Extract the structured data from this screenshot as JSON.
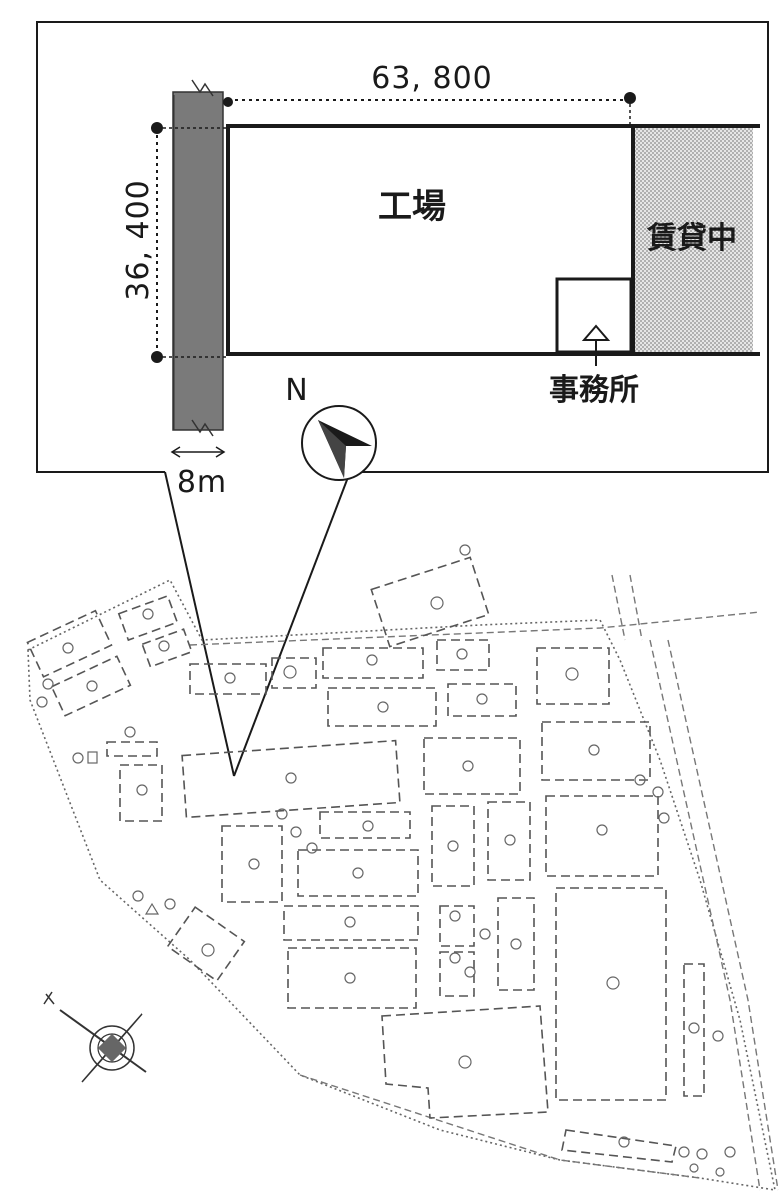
{
  "detail": {
    "factory_label": "工場",
    "rented_label": "賃貸中",
    "office_label": "事務所",
    "width_dim": "63, 800",
    "depth_dim": "36, 400",
    "road_width": "8m",
    "north_label": "N"
  },
  "colors": {
    "line": "#1a1a1a",
    "road_fill": "#7a7a7a",
    "rented_fill": "#c8c8c8"
  },
  "icons": [
    "north-arrow-icon",
    "compass-rose-icon",
    "location-pin-icon"
  ]
}
